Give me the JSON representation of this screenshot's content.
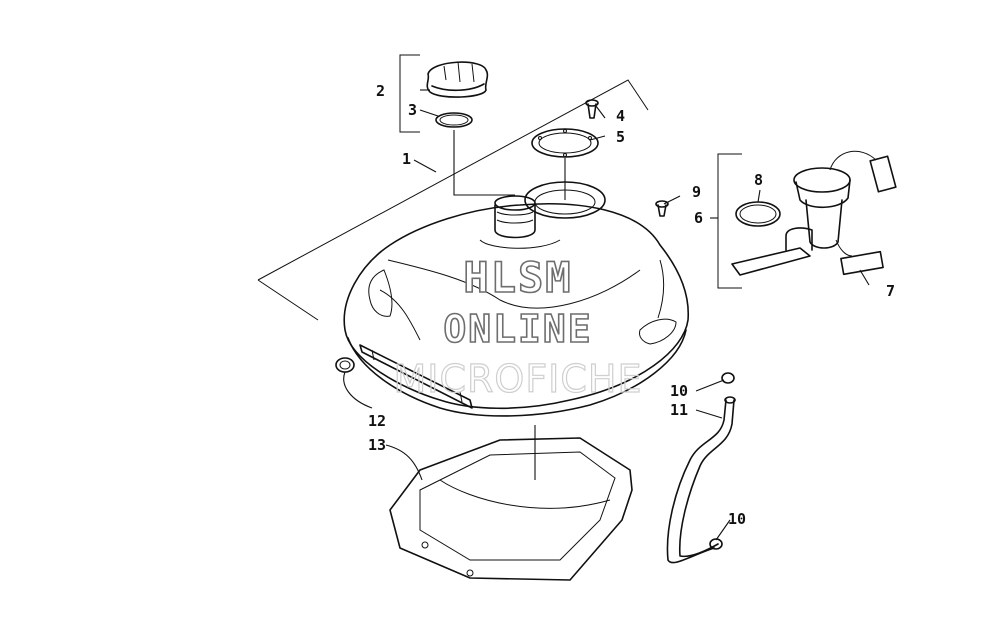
{
  "callouts": [
    {
      "id": "c1",
      "text": "1"
    },
    {
      "id": "c2",
      "text": "2"
    },
    {
      "id": "c3",
      "text": "3"
    },
    {
      "id": "c4",
      "text": "4"
    },
    {
      "id": "c5",
      "text": "5"
    },
    {
      "id": "c6",
      "text": "6"
    },
    {
      "id": "c7",
      "text": "7"
    },
    {
      "id": "c8",
      "text": "8"
    },
    {
      "id": "c9",
      "text": "9"
    },
    {
      "id": "c10a",
      "text": "10"
    },
    {
      "id": "c10b",
      "text": "10"
    },
    {
      "id": "c11",
      "text": "11"
    },
    {
      "id": "c12",
      "text": "12"
    },
    {
      "id": "c13",
      "text": "13"
    }
  ],
  "watermark": {
    "line1": "HLSM",
    "line2": "ONLINE",
    "line3": "MICROFICHE"
  }
}
